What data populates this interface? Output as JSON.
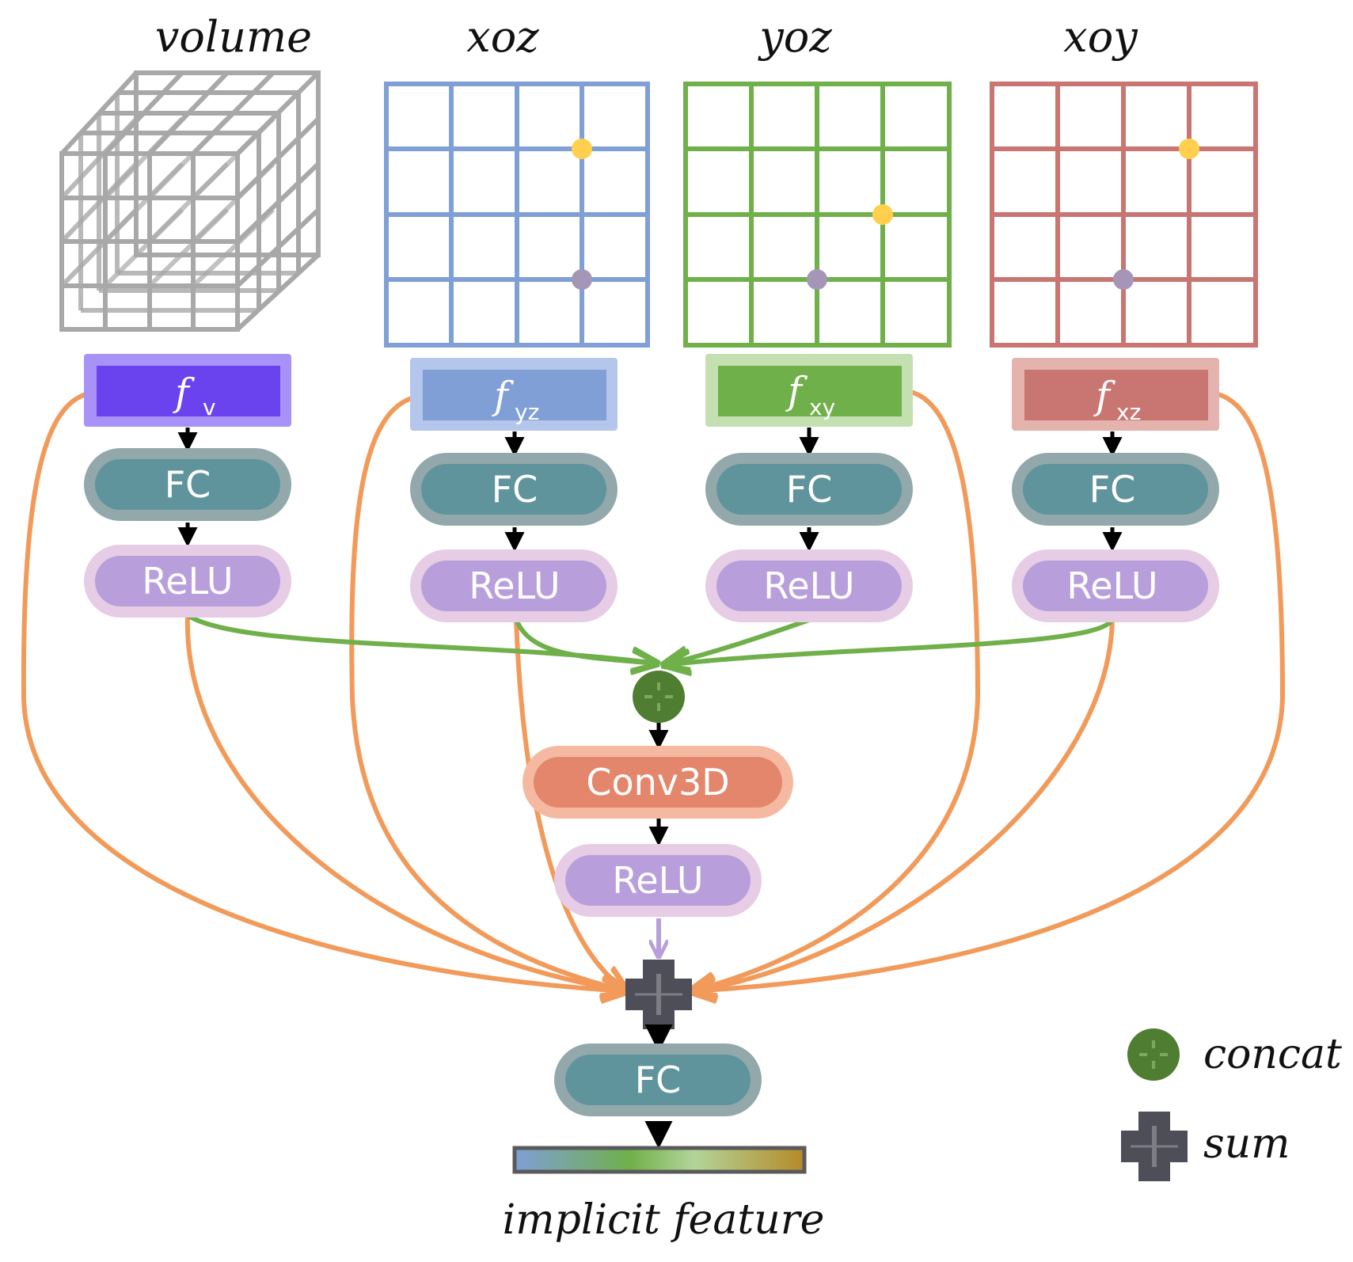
{
  "titles": {
    "volume": "volume",
    "xoz": "xoz",
    "yoz": "yoz",
    "xoy": "xoy"
  },
  "features": {
    "v": {
      "main": "f",
      "sub": "v"
    },
    "yz": {
      "main": "f",
      "sub": "yz"
    },
    "xy": {
      "main": "f",
      "sub": "xy"
    },
    "xz": {
      "main": "f",
      "sub": "xz"
    }
  },
  "labels": {
    "fc": "FC",
    "relu": "ReLU",
    "conv3d": "Conv3D",
    "output": "implicit feature"
  },
  "legend": {
    "concat": "concat",
    "sum": "sum"
  },
  "colors": {
    "xoz": "#7f9fd6",
    "yoz": "#70b04a",
    "xoy": "#c97673",
    "volume": "#a8a8a8",
    "fv": "#6a42ee",
    "fc": "#5f949c",
    "relu": "#b89fdc",
    "conv3d": "#e4866c",
    "skip_arrow": "#f19a5a",
    "concat_arrow": "#6fb04a",
    "concat_node": "#4f7d31",
    "sum_node": "#4e4e58",
    "sample_point_yellow": "#ffcf4d",
    "sample_point_purple": "#a596b8"
  }
}
